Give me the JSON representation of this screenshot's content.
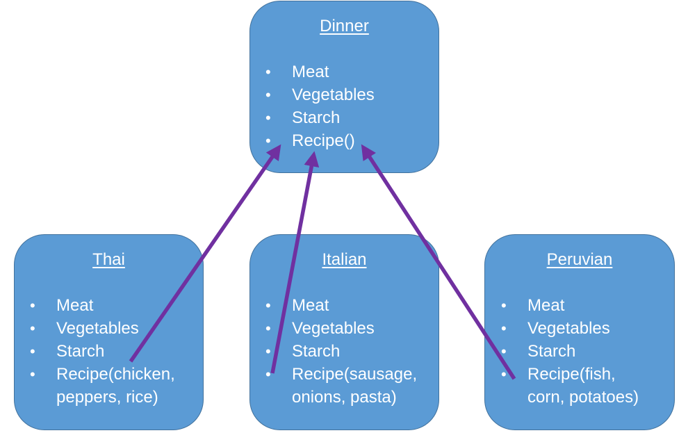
{
  "diagram": {
    "accent_colors": {
      "box_fill": "#5b9bd5",
      "box_border": "#41719c",
      "arrow": "#7030a0",
      "text": "#ffffff"
    },
    "parent": {
      "title": "Dinner",
      "members": [
        "Meat",
        "Vegetables",
        "Starch",
        "Recipe()"
      ]
    },
    "children": [
      {
        "title": "Thai",
        "members": [
          "Meat",
          "Vegetables",
          "Starch",
          "Recipe(chicken,",
          "peppers, rice)"
        ]
      },
      {
        "title": "Italian",
        "members": [
          "Meat",
          "Vegetables",
          "Starch",
          "Recipe(sausage,",
          "onions, pasta)"
        ]
      },
      {
        "title": "Peruvian",
        "members": [
          "Meat",
          "Vegetables",
          "Starch",
          "Recipe(fish,",
          "corn, potatoes)"
        ]
      }
    ],
    "edges": [
      {
        "from": "Thai",
        "to": "Dinner",
        "type": "inheritance-arrow"
      },
      {
        "from": "Italian",
        "to": "Dinner",
        "type": "inheritance-arrow"
      },
      {
        "from": "Peruvian",
        "to": "Dinner",
        "type": "inheritance-arrow"
      }
    ],
    "bullet_glyph": "•"
  }
}
